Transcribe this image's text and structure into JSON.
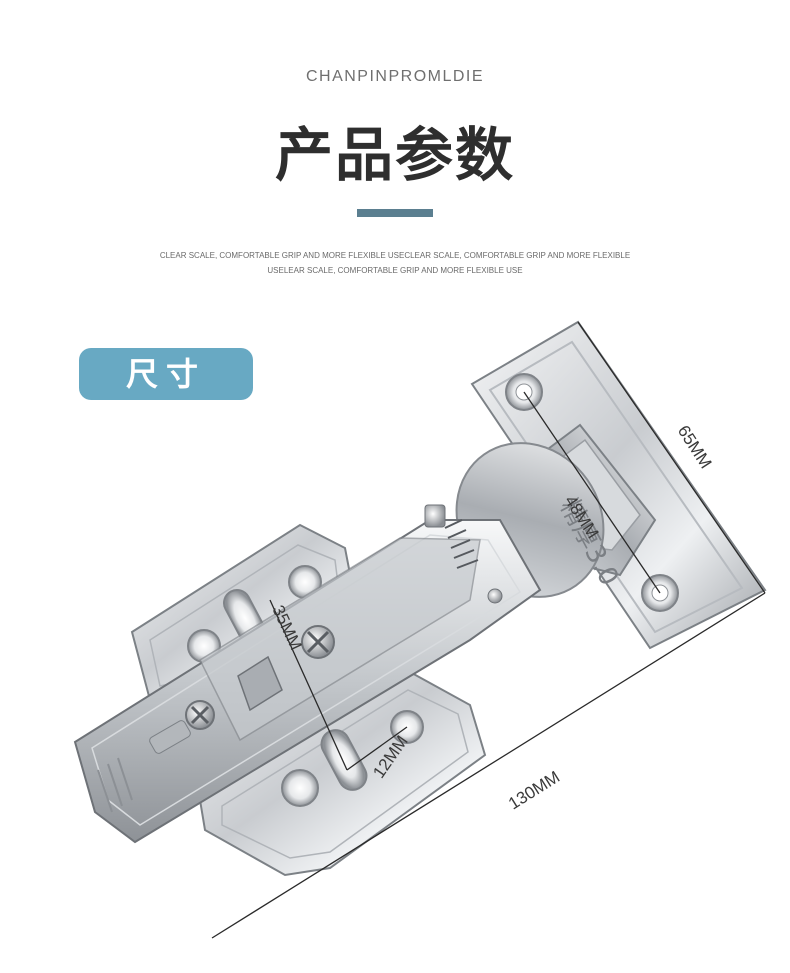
{
  "header": {
    "eyebrow": "CHANPINPROMLDIE",
    "title": "产品参数",
    "blurb": "CLEAR SCALE, COMFORTABLE GRIP AND MORE FLEXIBLE USECLEAR SCALE, COMFORTABLE GRIP AND MORE FLEXIBLE USELEAR SCALE, COMFORTABLE GRIP AND MORE FLEXIBLE USE",
    "accent_color": "#5b7f90"
  },
  "section_tag": {
    "label": "尺寸",
    "color": "#68a9c3"
  },
  "dimensions": {
    "total_length": "130MM",
    "plate_height": "65MM",
    "hole_spacing": "48MM",
    "arm_offset": "35MM",
    "slot_offset": "12MM"
  },
  "product": {
    "stamp_text": "精厚3.0",
    "image_alt": "stainless steel cabinet hinge"
  }
}
